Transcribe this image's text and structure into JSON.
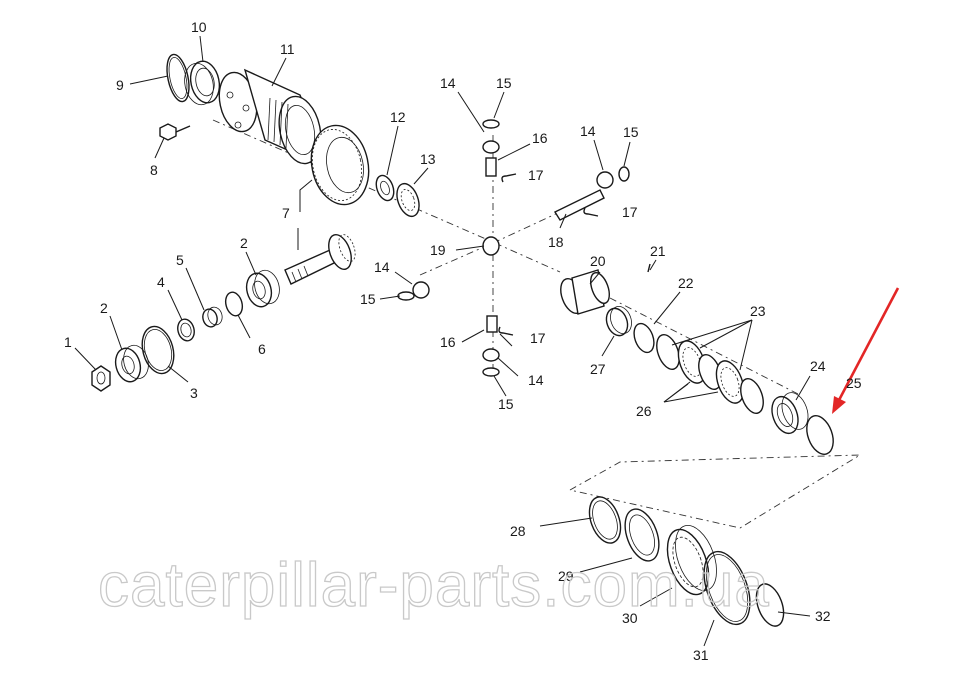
{
  "diagram": {
    "callouts": {
      "c1": "1",
      "c2a": "2",
      "c2b": "2",
      "c3": "3",
      "c4": "4",
      "c5": "5",
      "c6": "6",
      "c7": "7",
      "c8": "8",
      "c9": "9",
      "c10": "10",
      "c11": "11",
      "c12": "12",
      "c13": "13",
      "c14a": "14",
      "c14b": "14",
      "c14c": "14",
      "c14d": "14",
      "c15a": "15",
      "c15b": "15",
      "c15c": "15",
      "c15d": "15",
      "c16a": "16",
      "c16b": "16",
      "c17a": "17",
      "c17b": "17",
      "c17c": "17",
      "c18": "18",
      "c19": "19",
      "c20": "20",
      "c21": "21",
      "c22": "22",
      "c23": "23",
      "c24": "24",
      "c25": "25",
      "c26": "26",
      "c27": "27",
      "c28": "28",
      "c29": "29",
      "c30": "30",
      "c31": "31",
      "c32": "32"
    },
    "highlight_color": "#e32626",
    "line_color": "#1a1a1a"
  },
  "watermark": {
    "text": "caterpillar-parts.com.ua"
  }
}
